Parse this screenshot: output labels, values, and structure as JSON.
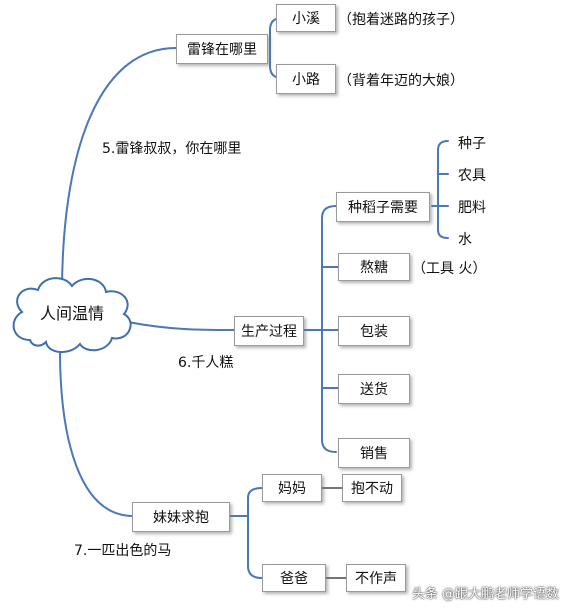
{
  "root": {
    "label": "人间温情"
  },
  "branches": [
    {
      "caption": "5.雷锋叔叔，你在哪里",
      "node": "雷锋在哪里",
      "children": [
        {
          "node": "小溪",
          "note": "（抱着迷路的孩子）"
        },
        {
          "node": "小路",
          "note": "（背着年迈的大娘）"
        }
      ]
    },
    {
      "caption": "6.千人糕",
      "node": "生产过程",
      "children": [
        {
          "node": "种稻子需要",
          "items": [
            "种子",
            "农具",
            "肥料",
            "水"
          ]
        },
        {
          "node": "熬糖",
          "note": "（工具 火）"
        },
        {
          "node": "包装"
        },
        {
          "node": "送货"
        },
        {
          "node": "销售"
        }
      ]
    },
    {
      "caption": "7.一匹出色的马",
      "node": "妹妹求抱",
      "children": [
        {
          "node": "妈妈",
          "result": "抱不动"
        },
        {
          "node": "爸爸",
          "result": "不作声"
        }
      ]
    }
  ],
  "watermark": "头条 @跟大鹏老师学语数",
  "colors": {
    "line": "#4a78b8",
    "box_border": "#9a9a9a",
    "cloud_border": "#3f6fae"
  }
}
